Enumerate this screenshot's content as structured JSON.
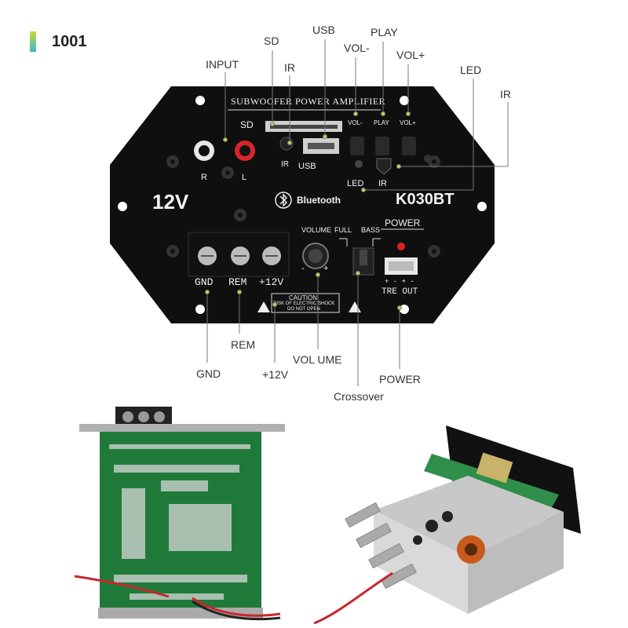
{
  "header": {
    "model_number": "1001"
  },
  "panel": {
    "title": "SUBWOOFER POWER AMPLIFIER",
    "sd": "SD",
    "ir_small": "IR",
    "usb": "USB",
    "vol_minus": "VOL-",
    "play": "PLAY",
    "vol_plus": "VOL+",
    "led": "LED",
    "ir": "IR",
    "r": "R",
    "l": "L",
    "voltage": "12V",
    "bluetooth": "Bluetooth",
    "model": "K030BT",
    "volume": "VOLUME",
    "full": "FULL",
    "bass": "BASS",
    "power": "POWER",
    "gnd": "GND",
    "rem": "REM",
    "plus12v": "+12V",
    "minus": "-",
    "plus": "+",
    "tre_pins": "+ -  + -",
    "tre_out": "TRE OUT",
    "caution": "CAUTION",
    "caution_line1": "RISK OF ELECTRIC SHOCK",
    "caution_line2": "DO NOT OPEN"
  },
  "callouts": {
    "sd": "SD",
    "usb": "USB",
    "play": "PLAY",
    "vol_minus": "VOL-",
    "vol_plus": "VOL+",
    "input": "INPUT",
    "ir_left": "IR",
    "led": "LED",
    "ir_right": "IR",
    "rem": "REM",
    "gnd": "GND",
    "plus12v": "+12V",
    "volume": "VOL UME",
    "power": "POWER",
    "crossover": "Crossover"
  },
  "colors": {
    "panel": "#0f0f10",
    "accent_green": "#c8dc3a",
    "accent_teal": "#3bb6c8",
    "pcb": "#1f7a3a"
  }
}
